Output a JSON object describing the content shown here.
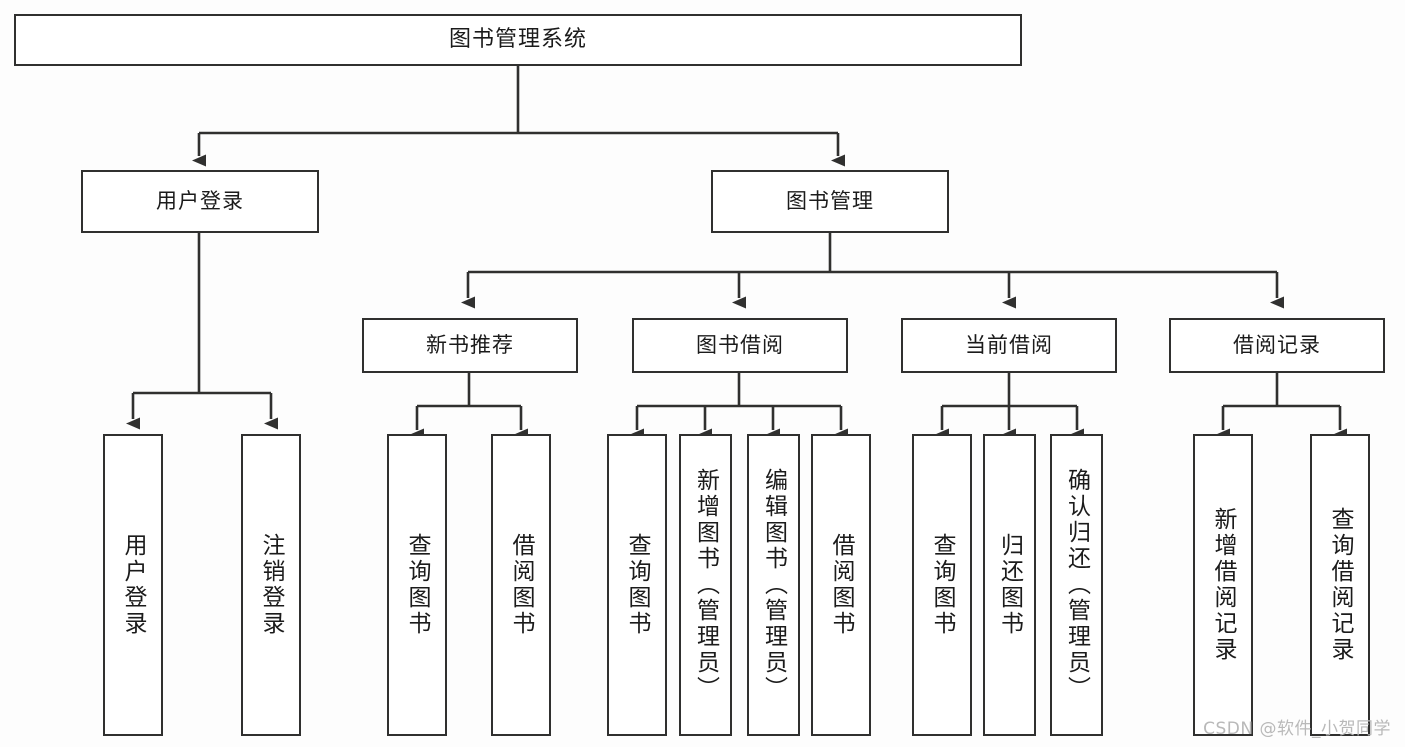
{
  "diagram": {
    "title": "图书管理系统",
    "type": "tree",
    "watermark": "CSDN @软件_小贺同学",
    "colors": {
      "box_border": "#30302f",
      "box_fill": "#ffffff",
      "connector": "#30302f",
      "text": "#1b1b1b",
      "watermark": "#b9b9b9",
      "background": "#fdfdfd"
    },
    "levels": {
      "root": "图书管理系统",
      "level2": [
        "用户登录",
        "图书管理"
      ],
      "level3": [
        "新书推荐",
        "图书借阅",
        "当前借阅",
        "借阅记录"
      ],
      "leaves": [
        "用户登录",
        "注销登录",
        "查询图书",
        "借阅图书",
        "查询图书",
        "新增图书（管理员）",
        "编辑图书（管理员）",
        "借阅图书",
        "查询图书",
        "归还图书",
        "确认归还（管理员）",
        "新增借阅记录",
        "查询借阅记录"
      ]
    },
    "nodes": {
      "root": {
        "label": "图书管理系统"
      },
      "user_login": {
        "label": "用户登录"
      },
      "book_manage": {
        "label": "图书管理"
      },
      "new_book_rec": {
        "label": "新书推荐"
      },
      "book_borrow": {
        "label": "图书借阅"
      },
      "current_borrow": {
        "label": "当前借阅"
      },
      "borrow_record": {
        "label": "借阅记录"
      },
      "leaf_user_login": {
        "label": "用户登录"
      },
      "leaf_logout": {
        "label": "注销登录"
      },
      "leaf_query_book_a": {
        "label": "查询图书"
      },
      "leaf_borrow_book_a": {
        "label": "借阅图书"
      },
      "leaf_query_book_b": {
        "label": "查询图书"
      },
      "leaf_add_book": {
        "label": "新增图书（管理员）"
      },
      "leaf_edit_book": {
        "label": "编辑图书（管理员）"
      },
      "leaf_borrow_book_b": {
        "label": "借阅图书"
      },
      "leaf_query_book_c": {
        "label": "查询图书"
      },
      "leaf_return_book": {
        "label": "归还图书"
      },
      "leaf_confirm_return": {
        "label": "确认归还（管理员）"
      },
      "leaf_add_record": {
        "label": "新增借阅记录"
      },
      "leaf_query_record": {
        "label": "查询借阅记录"
      }
    }
  }
}
